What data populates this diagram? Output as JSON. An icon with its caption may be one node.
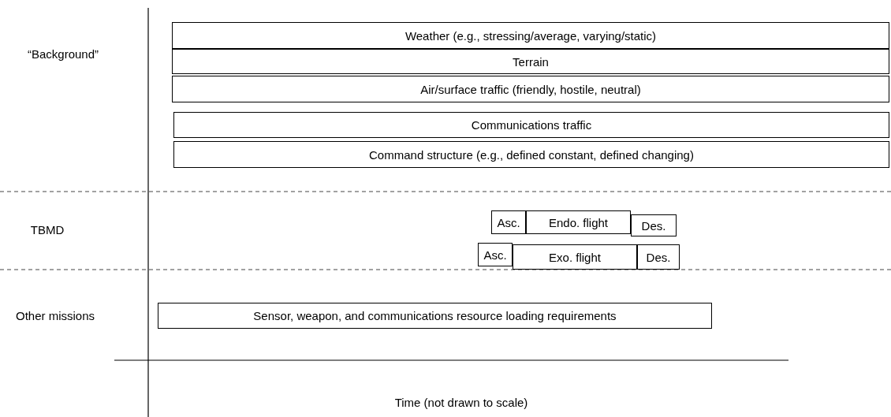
{
  "diagram": {
    "nodes": [
      {
        "text": [
          "Weather (e.g., stressing/average, varying/static)"
        ]
      },
      {
        "text": [
          "Terrain"
        ]
      },
      {
        "text": [
          "Air/surface traffic (friendly, hostile, neutral)"
        ]
      },
      {
        "text": [
          "Communications traffic"
        ]
      },
      {
        "text": [
          "Command structure (e.g., defined constant, defined changing)"
        ]
      },
      {
        "text": [
          "Asc."
        ]
      },
      {
        "text": [
          "Endo. flight"
        ]
      },
      {
        "text": [
          "Des."
        ]
      },
      {
        "text": [
          "Asc."
        ]
      },
      {
        "text": [
          "Exo. flight"
        ]
      },
      {
        "text": [
          "Des."
        ]
      },
      {
        "text": [
          "Sensor, weapon, and communications resource loading requirements"
        ]
      }
    ],
    "edges": [],
    "labels": [
      "“Background”",
      "TBMD",
      "Other missions",
      "Time (not drawn to scale)"
    ]
  }
}
